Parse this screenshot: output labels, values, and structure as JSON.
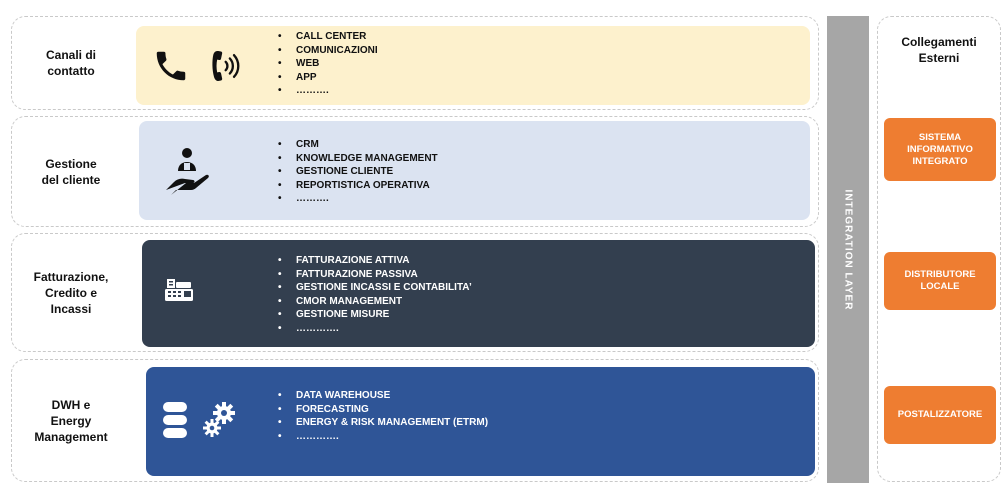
{
  "colors": {
    "contact_bg": "#fdf1cd",
    "customer_bg": "#dbe3f1",
    "billing_bg": "#333f4f",
    "dwh_bg": "#2f5597",
    "integration": "#a6a6a6",
    "external": "#ee7d31"
  },
  "rows": [
    {
      "label": "Canali di contatto",
      "icons": [
        "phone-icon",
        "ringing-phone-icon"
      ],
      "items": [
        "CALL CENTER",
        "COMUNICAZIONI",
        "WEB",
        "APP",
        "………."
      ]
    },
    {
      "label": "Gestione del cliente",
      "icons": [
        "customer-care-hand-icon"
      ],
      "items": [
        "CRM",
        "KNOWLEDGE MANAGEMENT",
        "GESTIONE CLIENTE",
        "REPORTISTICA OPERATIVA",
        "………."
      ]
    },
    {
      "label": "Fatturazione, Credito e Incassi",
      "icons": [
        "cash-register-icon"
      ],
      "items": [
        "FATTURAZIONE ATTIVA",
        "FATTURAZIONE PASSIVA",
        "GESTIONE INCASSI E CONTABILITA’",
        "CMOR MANAGEMENT",
        "GESTIONE MISURE",
        "…………."
      ]
    },
    {
      "label": "DWH e Energy Management",
      "icons": [
        "database-icon",
        "gears-icon"
      ],
      "items": [
        "DATA WAREHOUSE",
        "FORECASTING",
        "ENERGY & RISK MANAGEMENT (ETRM)",
        "…………."
      ]
    }
  ],
  "integration_layer": "INTEGRATION LAYER",
  "external": {
    "title": "Collegamenti Esterni",
    "systems": [
      "SISTEMA INFORMATIVO INTEGRATO",
      "DISTRIBUTORE LOCALE",
      "POSTALIZZATORE"
    ]
  }
}
